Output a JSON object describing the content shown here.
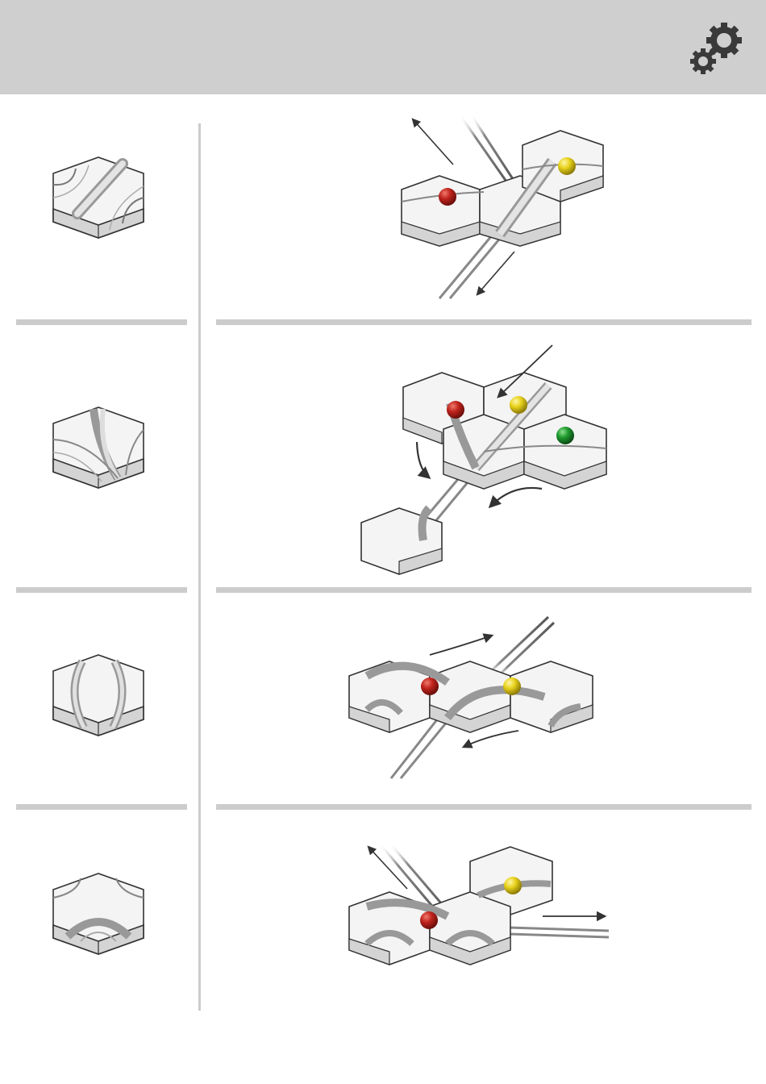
{
  "header": {
    "icon": "gears-icon",
    "background": "#cfcfcf"
  },
  "colors": {
    "red_ball": "#c0241d",
    "yellow_ball": "#e8d21c",
    "green_ball": "#1e9a2e",
    "divider": "#cccccc"
  },
  "rows": [
    {
      "tile": "straight-crossing-tile",
      "balls": [
        "red",
        "yellow"
      ]
    },
    {
      "tile": "switch-junction-tile",
      "balls": [
        "red",
        "yellow",
        "green"
      ]
    },
    {
      "tile": "double-curve-tile",
      "balls": [
        "red",
        "yellow"
      ]
    },
    {
      "tile": "curve-tile",
      "balls": [
        "red",
        "yellow"
      ]
    }
  ]
}
